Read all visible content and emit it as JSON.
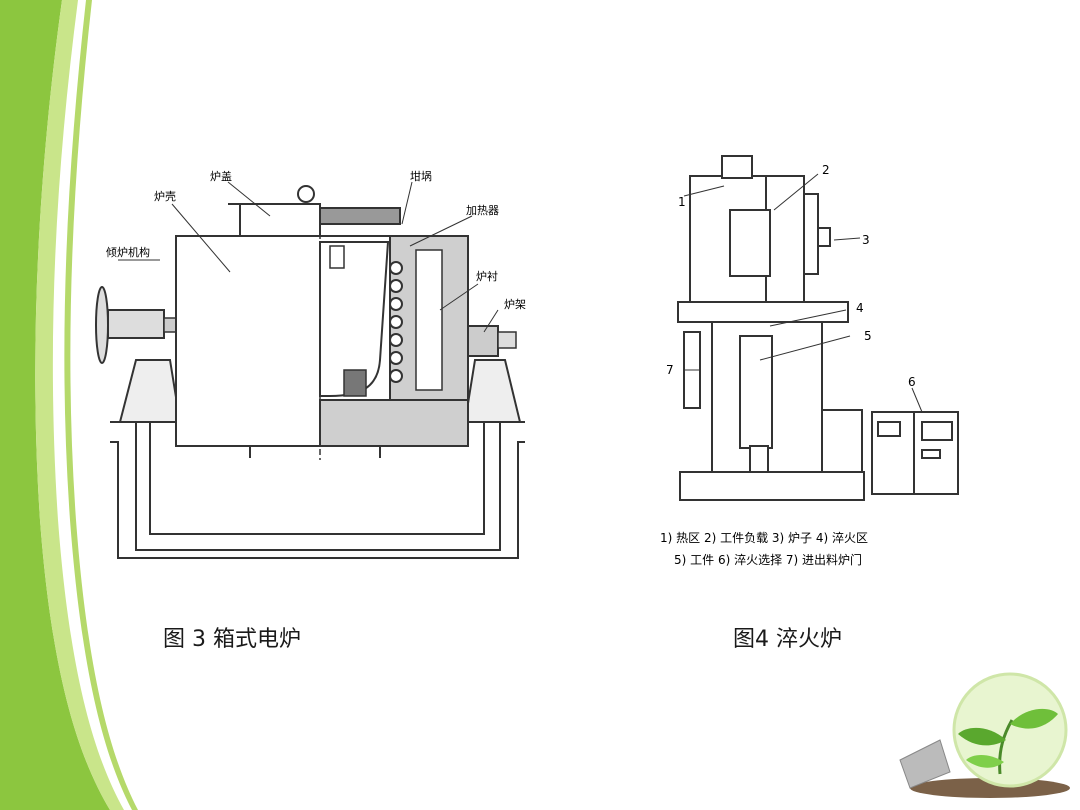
{
  "fig3": {
    "caption": "图 3  箱式电炉",
    "labels": {
      "lid": "炉盖",
      "shell": "炉壳",
      "crucible": "坩埚",
      "heater": "加热器",
      "tilt": "倾炉机构",
      "lining": "炉衬",
      "frame": "炉架"
    }
  },
  "fig4": {
    "caption": "图4  淬火炉",
    "callouts": [
      "1",
      "2",
      "3",
      "4",
      "5",
      "6",
      "7"
    ],
    "legend_line1": "1) 热区   2) 工件负载   3) 炉子   4) 淬火区",
    "legend_line2": "5) 工件   6) 淬火选择   7) 进出料炉门"
  },
  "colors": {
    "accent_green": "#8cc63f",
    "light_green": "#c9e58a"
  }
}
